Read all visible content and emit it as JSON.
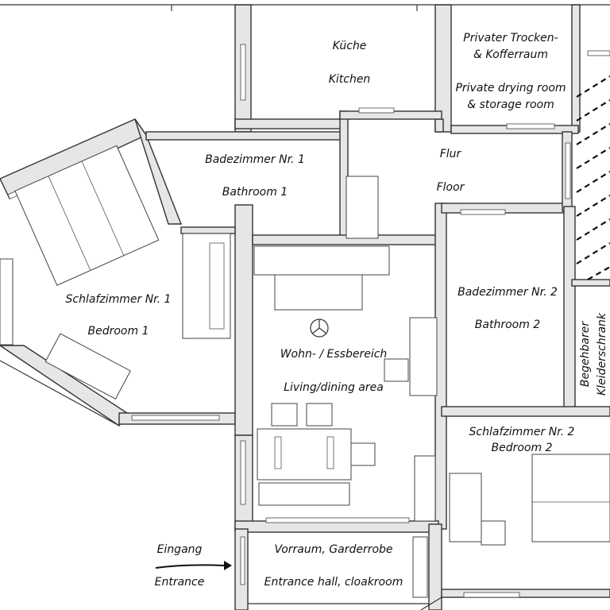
{
  "rooms": {
    "kitchen": {
      "de": "Küche",
      "en": "Kitchen"
    },
    "drying": {
      "de_1": "Privater Trocken-",
      "de_2": "& Kofferraum",
      "en_1": "Private drying room",
      "en_2": "& storage room"
    },
    "bath1": {
      "de": "Badezimmer Nr. 1",
      "en": "Bathroom 1"
    },
    "hall": {
      "de": "Flur",
      "en": "Floor"
    },
    "bed1": {
      "de": "Schlafzimmer Nr. 1",
      "en": "Bedroom 1"
    },
    "living": {
      "de": "Wohn- / Essbereich",
      "en": "Living/dining area"
    },
    "bath2": {
      "de": "Badezimmer Nr. 2",
      "en": "Bathroom 2"
    },
    "closet": {
      "de_1": "Begehbarer",
      "de_2": "Kleiderschrank"
    },
    "bed2": {
      "de": "Schlafzimmer Nr. 2",
      "en": "Bedroom 2"
    },
    "entrance_hall": {
      "de": "Vorraum, Garderrobe",
      "en": "Entrance hall, cloakroom"
    }
  },
  "entrance": {
    "de": "Eingang",
    "en": "Entrance"
  },
  "icons": {
    "entrance_arrow": "arrow-right-icon",
    "ceiling_light": "ceiling-light-icon"
  },
  "colors": {
    "wall_fill": "#e6e6e6",
    "line": "#333333",
    "text": "#111111"
  }
}
